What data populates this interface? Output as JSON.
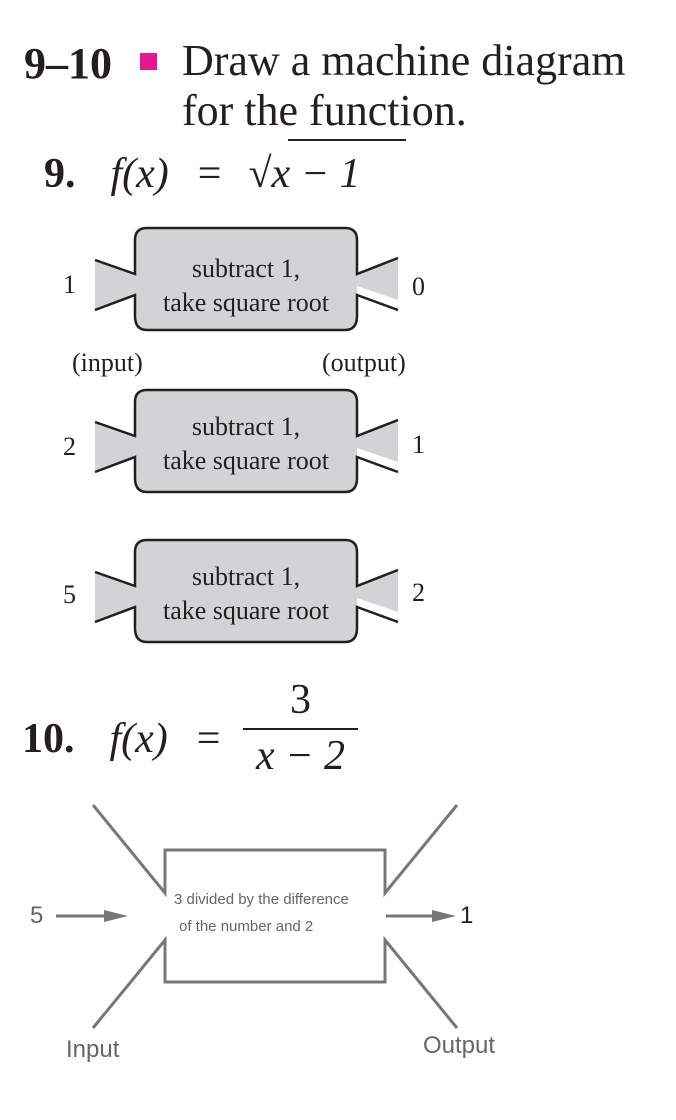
{
  "header": {
    "range": "9–10",
    "bullet_color": "#e6198c",
    "instruction_line1": "Draw a machine diagram",
    "instruction_line2": "for the function."
  },
  "problem9": {
    "number": "9.",
    "lhs": "f(x)",
    "eq": "=",
    "rhs_radicand": "x − 1",
    "input_label": "(input)",
    "output_label": "(output)",
    "machines": [
      {
        "input": "1",
        "line1": "subtract 1,",
        "line2": "take square root",
        "output": "0"
      },
      {
        "input": "2",
        "line1": "subtract 1,",
        "line2": "take square root",
        "output": "1"
      },
      {
        "input": "5",
        "line1": "subtract 1,",
        "line2": "take square root",
        "output": "2"
      }
    ]
  },
  "problem10": {
    "number": "10.",
    "lhs": "f(x)",
    "eq": "=",
    "numerator": "3",
    "denominator": "x − 2",
    "machine": {
      "input": "5",
      "line1": "3 divided by the difference",
      "line2": "of the number and 2",
      "output": "1",
      "input_label": "Input",
      "output_label": "Output"
    }
  }
}
